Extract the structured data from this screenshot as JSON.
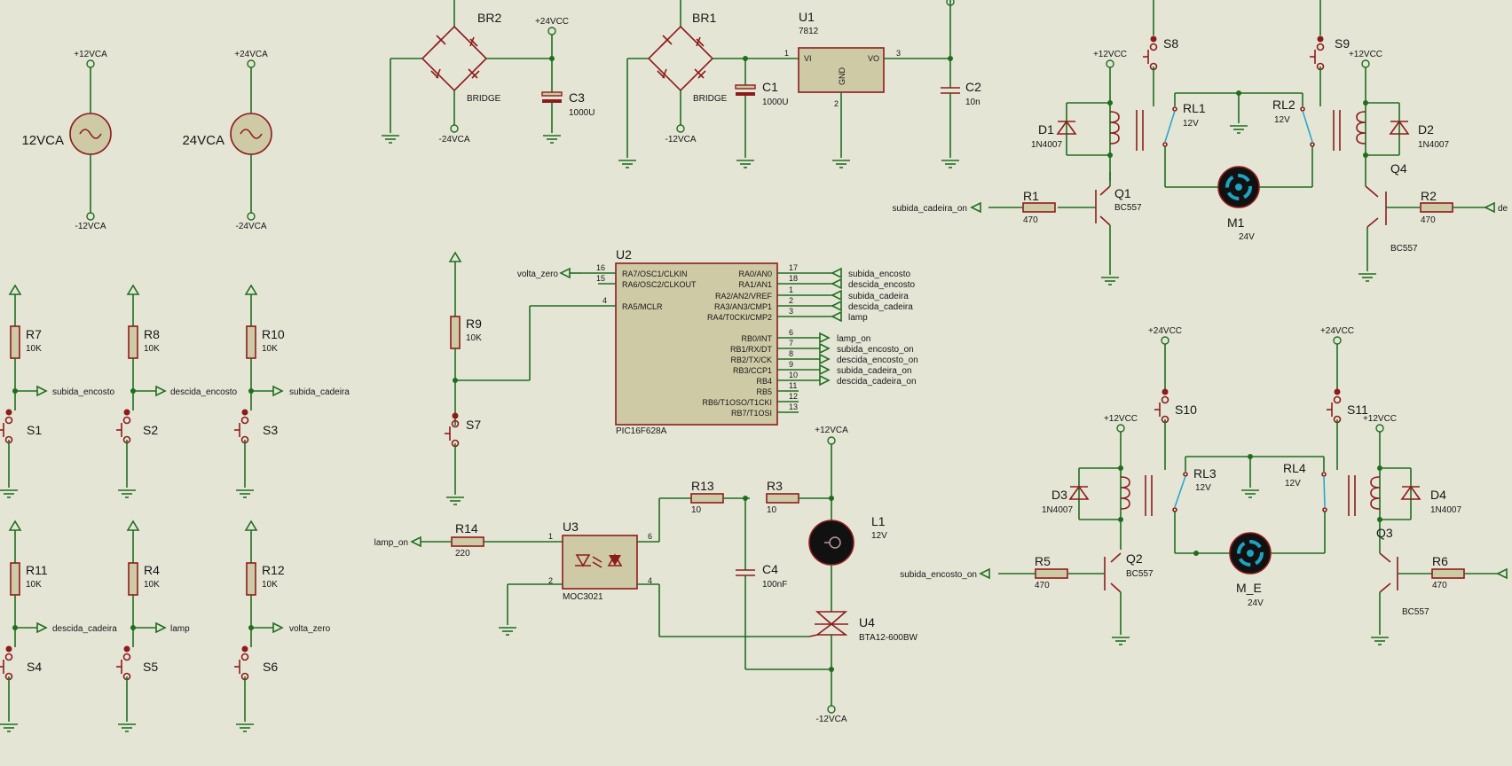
{
  "sources": [
    {
      "label": "12VCA",
      "top": "+12VCA",
      "bottom": "-12VCA"
    },
    {
      "label": "24VCA",
      "top": "+24VCA",
      "bottom": "-24VCA"
    }
  ],
  "bridges": [
    {
      "ref": "BR2",
      "value": "BRIDGE",
      "neg": "-24VCA",
      "out": "+24VCC"
    },
    {
      "ref": "BR1",
      "value": "BRIDGE",
      "neg": "-12VCA"
    }
  ],
  "caps": [
    {
      "ref": "C3",
      "value": "1000U"
    },
    {
      "ref": "C1",
      "value": "1000U"
    },
    {
      "ref": "C2",
      "value": "10n"
    },
    {
      "ref": "C4",
      "value": "100nF"
    }
  ],
  "regulator": {
    "ref": "U1",
    "value": "7812",
    "vi": "VI",
    "vo": "VO",
    "gnd": "GND",
    "p1": "1",
    "p2": "2",
    "p3": "3"
  },
  "mcu": {
    "ref": "U2",
    "part": "PIC16F628A",
    "left": [
      {
        "num": "16",
        "name": "RA7/OSC1/CLKIN",
        "net": "volta_zero"
      },
      {
        "num": "15",
        "name": "RA6/OSC2/CLKOUT"
      },
      {
        "num": "4",
        "name": "RA5/MCLR"
      }
    ],
    "right": [
      {
        "num": "17",
        "name": "RA0/AN0",
        "net": "subida_encosto"
      },
      {
        "num": "18",
        "name": "RA1/AN1",
        "net": "descida_encosto"
      },
      {
        "num": "1",
        "name": "RA2/AN2/VREF",
        "net": "subida_cadeira"
      },
      {
        "num": "2",
        "name": "RA3/AN3/CMP1",
        "net": "descida_cadeira"
      },
      {
        "num": "3",
        "name": "RA4/T0CKI/CMP2",
        "net": "lamp"
      },
      {
        "num": "6",
        "name": "RB0/INT",
        "net": "lamp_on"
      },
      {
        "num": "7",
        "name": "RB1/RX/DT",
        "net": "subida_encosto_on"
      },
      {
        "num": "8",
        "name": "RB2/TX/CK",
        "net": "descida_encosto_on"
      },
      {
        "num": "9",
        "name": "RB3/CCP1",
        "net": "subida_cadeira_on"
      },
      {
        "num": "10",
        "name": "RB4",
        "net": "descida_cadeira_on"
      },
      {
        "num": "11",
        "name": "RB5"
      },
      {
        "num": "12",
        "name": "RB6/T1OSO/T1CKI"
      },
      {
        "num": "13",
        "name": "RB7/T1OSI"
      }
    ]
  },
  "inputs": [
    {
      "r": "R7",
      "rv": "10K",
      "net": "subida_encosto",
      "sw": "S1"
    },
    {
      "r": "R8",
      "rv": "10K",
      "net": "descida_encosto",
      "sw": "S2"
    },
    {
      "r": "R10",
      "rv": "10K",
      "net": "subida_cadeira",
      "sw": "S3"
    },
    {
      "r": "R11",
      "rv": "10K",
      "net": "descida_cadeira",
      "sw": "S4"
    },
    {
      "r": "R4",
      "rv": "10K",
      "net": "lamp",
      "sw": "S5"
    },
    {
      "r": "R12",
      "rv": "10K",
      "net": "volta_zero",
      "sw": "S6"
    }
  ],
  "reset": {
    "r": "R9",
    "rv": "10K",
    "sw": "S7"
  },
  "lamp_driver": {
    "r14": "R14",
    "r14v": "220",
    "net": "lamp_on",
    "opto": "U3",
    "opto_part": "MOC3021",
    "p1": "1",
    "p2": "2",
    "p4": "4",
    "p6": "6",
    "r13": "R13",
    "r13v": "10",
    "r3": "R3",
    "r3v": "10",
    "lamp": "L1",
    "lampv": "12V",
    "triac": "U4",
    "triac_part": "BTA12-600BW",
    "top": "+12VCA",
    "bottom": "-12VCA"
  },
  "motor_drivers": [
    {
      "sl": "S8",
      "sr": "S9",
      "rl1": "RL1",
      "rl1v": "12V",
      "rl2": "RL2",
      "rl2v": "12V",
      "dl": "D1",
      "dlv": "1N4007",
      "dr": "D2",
      "drv": "1N4007",
      "ql": "Q1",
      "qlv": "BC557",
      "qr": "Q4",
      "qrv": "BC557",
      "rl": "R1",
      "rlv": "470",
      "rr": "R2",
      "rrv": "470",
      "m": "M1",
      "mv": "24V",
      "net_l": "subida_cadeira_on",
      "net_r": "de",
      "vcc_l": "+12VCC",
      "vcc_r": "+12VCC"
    },
    {
      "sl": "S10",
      "sr": "S11",
      "rl1": "RL3",
      "rl1v": "12V",
      "rl2": "RL4",
      "rl2v": "12V",
      "dl": "D3",
      "dlv": "1N4007",
      "dr": "D4",
      "drv": "1N4007",
      "ql": "Q2",
      "qlv": "BC557",
      "qr": "Q3",
      "qrv": "BC557",
      "rl": "R5",
      "rlv": "470",
      "rr": "R6",
      "rrv": "470",
      "m": "M_E",
      "mv": "24V",
      "net_l": "subida_encosto_on",
      "net_r": "",
      "vcc_l": "+12VCC",
      "vcc_r": "+12VCC",
      "vs_l": "+24VCC",
      "vs_r": "+24VCC"
    }
  ]
}
